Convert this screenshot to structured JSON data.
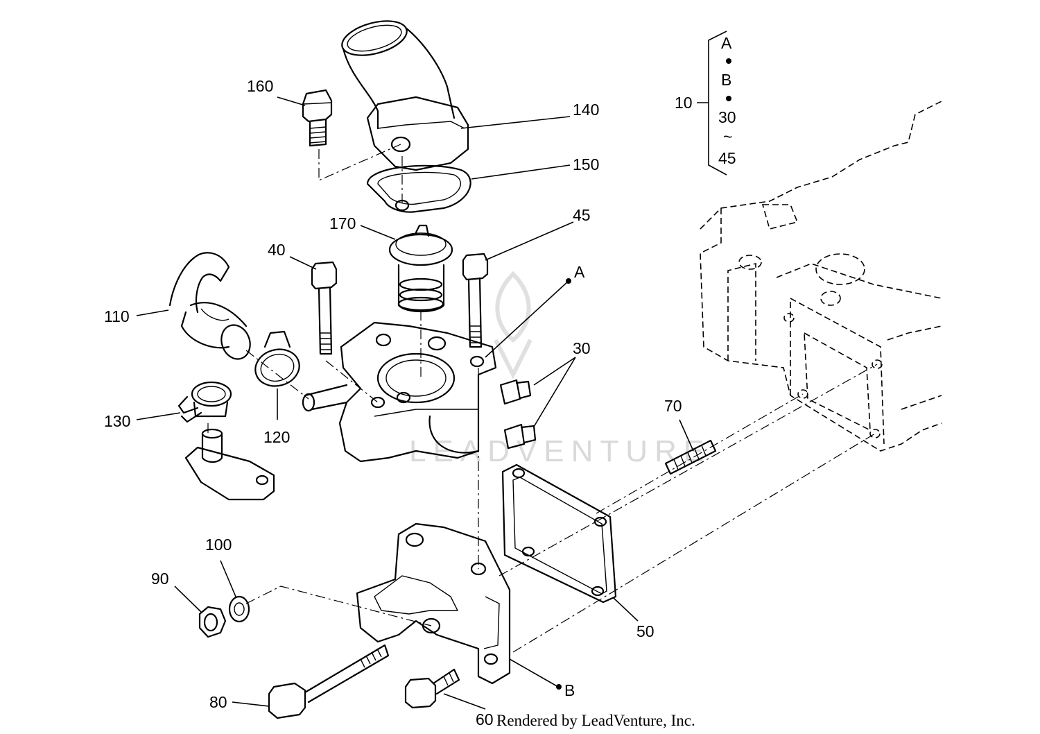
{
  "callouts": {
    "c160": "160",
    "c140": "140",
    "c150": "150",
    "c170": "170",
    "c45": "45",
    "c40": "40",
    "c110": "110",
    "cA": "A",
    "c30": "30",
    "c130": "130",
    "c120": "120",
    "c70": "70",
    "c100": "100",
    "c90": "90",
    "c50": "50",
    "cB": "B",
    "c80": "80",
    "c60": "60"
  },
  "kit_legend": {
    "ref": "10",
    "items": [
      "A",
      "B",
      "30",
      "~",
      "45"
    ]
  },
  "watermark": "LEADVENTURE",
  "credit": "Rendered by LeadVenture, Inc."
}
